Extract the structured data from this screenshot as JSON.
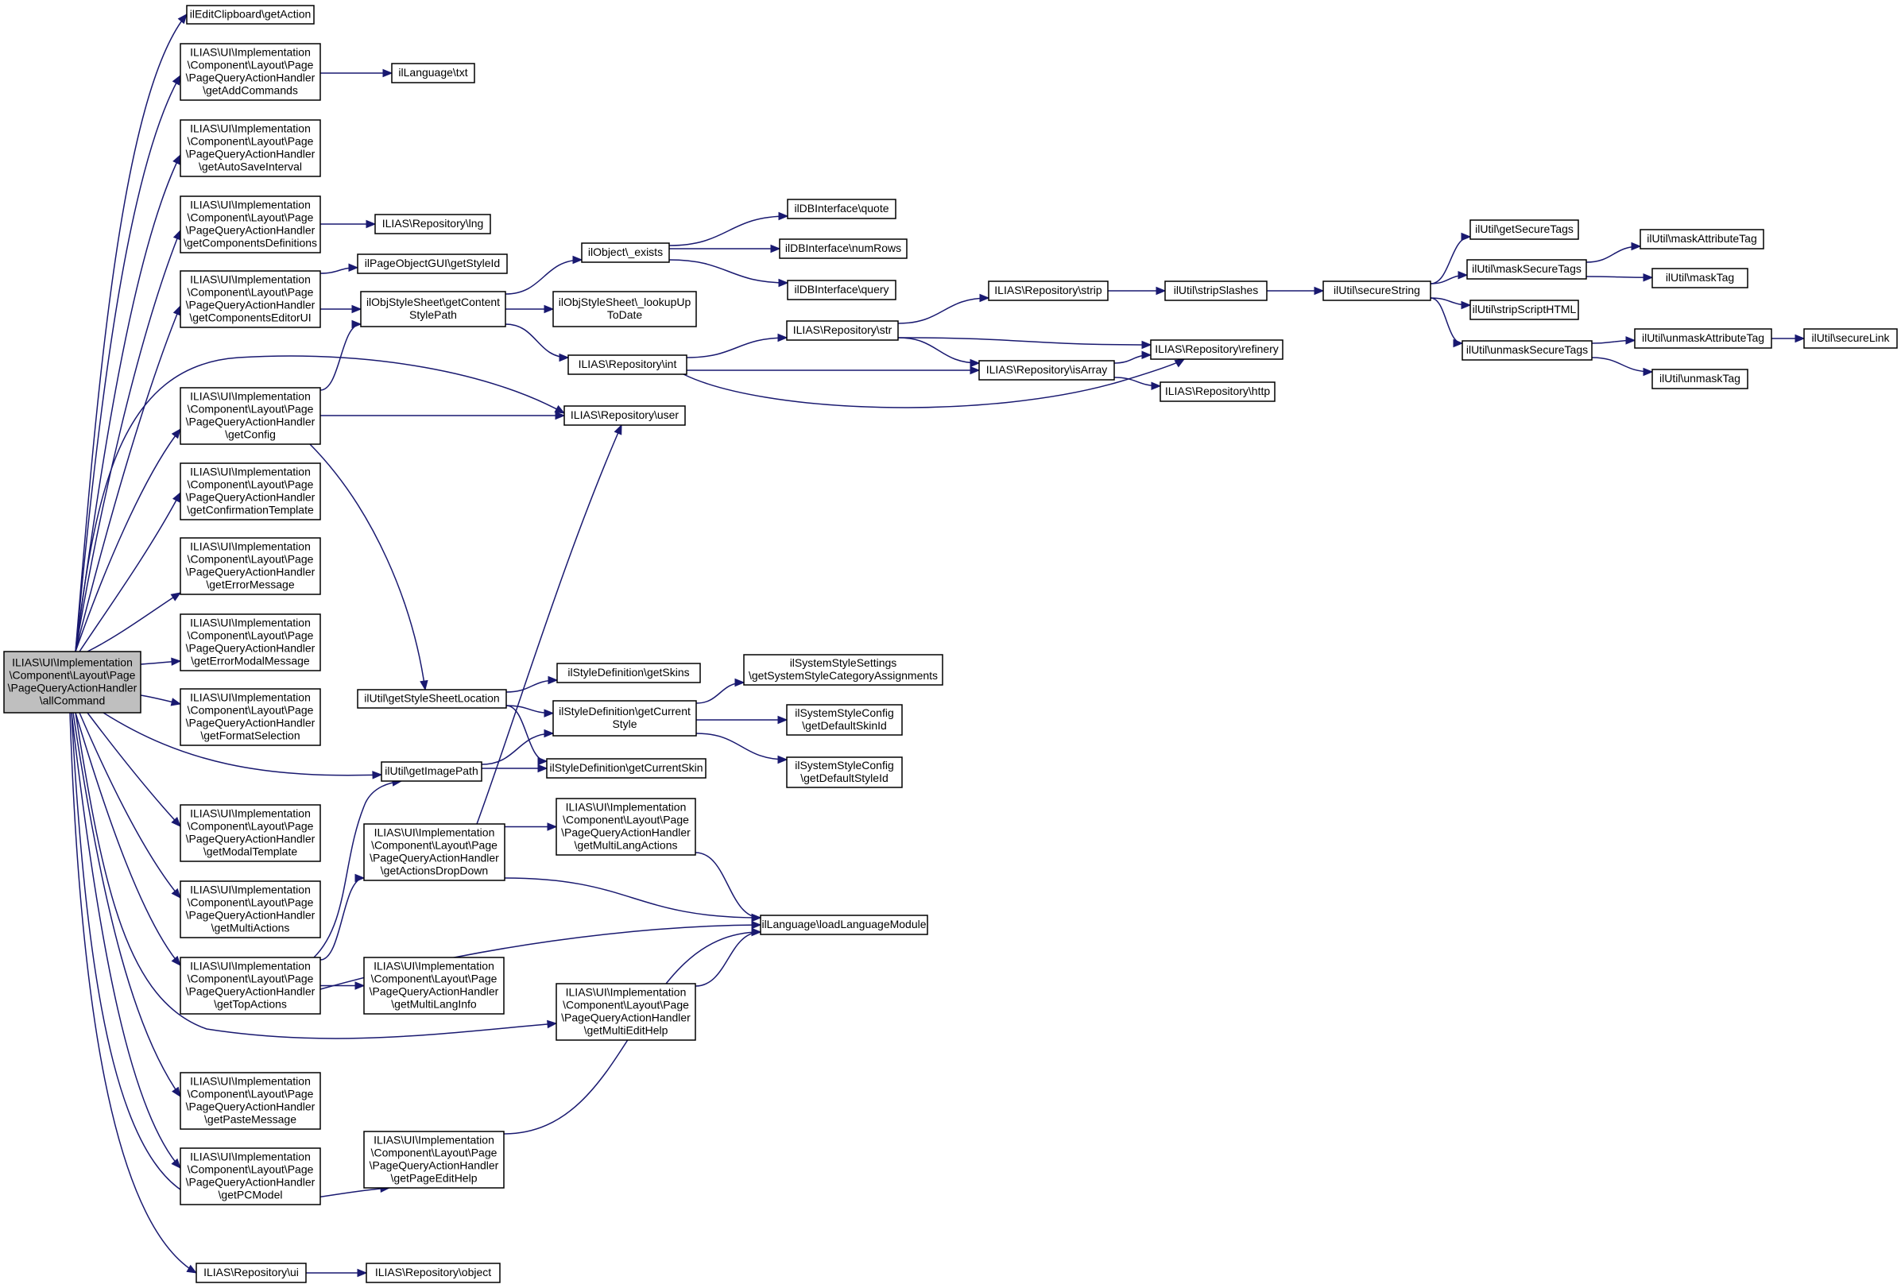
{
  "diagram": {
    "type": "call-graph",
    "nodes": [
      {
        "id": "root",
        "lines": [
          "ILIAS\\UI\\Implementation",
          "\\Component\\Layout\\Page",
          "\\PageQueryActionHandler",
          "\\allCommand"
        ],
        "root": true
      },
      {
        "id": "n1",
        "lines": [
          "ilEditClipboard\\getAction"
        ]
      },
      {
        "id": "n2",
        "lines": [
          "ILIAS\\UI\\Implementation",
          "\\Component\\Layout\\Page",
          "\\PageQueryActionHandler",
          "\\getAddCommands"
        ]
      },
      {
        "id": "n3",
        "lines": [
          "ILIAS\\UI\\Implementation",
          "\\Component\\Layout\\Page",
          "\\PageQueryActionHandler",
          "\\getAutoSaveInterval"
        ]
      },
      {
        "id": "n4",
        "lines": [
          "ILIAS\\UI\\Implementation",
          "\\Component\\Layout\\Page",
          "\\PageQueryActionHandler",
          "\\getComponentsDefinitions"
        ]
      },
      {
        "id": "n5",
        "lines": [
          "ILIAS\\UI\\Implementation",
          "\\Component\\Layout\\Page",
          "\\PageQueryActionHandler",
          "\\getComponentsEditorUI"
        ]
      },
      {
        "id": "n6",
        "lines": [
          "ILIAS\\UI\\Implementation",
          "\\Component\\Layout\\Page",
          "\\PageQueryActionHandler",
          "\\getConfig"
        ]
      },
      {
        "id": "n7",
        "lines": [
          "ILIAS\\UI\\Implementation",
          "\\Component\\Layout\\Page",
          "\\PageQueryActionHandler",
          "\\getConfirmationTemplate"
        ]
      },
      {
        "id": "n8",
        "lines": [
          "ILIAS\\UI\\Implementation",
          "\\Component\\Layout\\Page",
          "\\PageQueryActionHandler",
          "\\getErrorMessage"
        ]
      },
      {
        "id": "n9",
        "lines": [
          "ILIAS\\UI\\Implementation",
          "\\Component\\Layout\\Page",
          "\\PageQueryActionHandler",
          "\\getErrorModalMessage"
        ]
      },
      {
        "id": "n10",
        "lines": [
          "ILIAS\\UI\\Implementation",
          "\\Component\\Layout\\Page",
          "\\PageQueryActionHandler",
          "\\getFormatSelection"
        ]
      },
      {
        "id": "n11",
        "lines": [
          "ILIAS\\UI\\Implementation",
          "\\Component\\Layout\\Page",
          "\\PageQueryActionHandler",
          "\\getModalTemplate"
        ]
      },
      {
        "id": "n12",
        "lines": [
          "ILIAS\\UI\\Implementation",
          "\\Component\\Layout\\Page",
          "\\PageQueryActionHandler",
          "\\getMultiActions"
        ]
      },
      {
        "id": "n13",
        "lines": [
          "ILIAS\\UI\\Implementation",
          "\\Component\\Layout\\Page",
          "\\PageQueryActionHandler",
          "\\getTopActions"
        ]
      },
      {
        "id": "n14",
        "lines": [
          "ILIAS\\UI\\Implementation",
          "\\Component\\Layout\\Page",
          "\\PageQueryActionHandler",
          "\\getPasteMessage"
        ]
      },
      {
        "id": "n15",
        "lines": [
          "ILIAS\\UI\\Implementation",
          "\\Component\\Layout\\Page",
          "\\PageQueryActionHandler",
          "\\getPCModel"
        ]
      },
      {
        "id": "n16",
        "lines": [
          "ILIAS\\Repository\\ui"
        ]
      },
      {
        "id": "n17",
        "lines": [
          "ilLanguage\\txt"
        ]
      },
      {
        "id": "n18",
        "lines": [
          "ILIAS\\Repository\\lng"
        ]
      },
      {
        "id": "n19",
        "lines": [
          "ilPageObjectGUI\\getStyleId"
        ]
      },
      {
        "id": "n20",
        "lines": [
          "ilObjStyleSheet\\getContent",
          "StylePath"
        ]
      },
      {
        "id": "n21",
        "lines": [
          "ILIAS\\Repository\\user"
        ]
      },
      {
        "id": "n22",
        "lines": [
          "ilUtil\\getStyleSheetLocation"
        ]
      },
      {
        "id": "n23",
        "lines": [
          "ilUtil\\getImagePath"
        ]
      },
      {
        "id": "n24",
        "lines": [
          "ILIAS\\UI\\Implementation",
          "\\Component\\Layout\\Page",
          "\\PageQueryActionHandler",
          "\\getActionsDropDown"
        ]
      },
      {
        "id": "n25",
        "lines": [
          "ILIAS\\UI\\Implementation",
          "\\Component\\Layout\\Page",
          "\\PageQueryActionHandler",
          "\\getMultiLangInfo"
        ]
      },
      {
        "id": "n26",
        "lines": [
          "ILIAS\\UI\\Implementation",
          "\\Component\\Layout\\Page",
          "\\PageQueryActionHandler",
          "\\getPageEditHelp"
        ]
      },
      {
        "id": "n27",
        "lines": [
          "ILIAS\\Repository\\object"
        ]
      },
      {
        "id": "n28",
        "lines": [
          "ilObject\\_exists"
        ]
      },
      {
        "id": "n29",
        "lines": [
          "ilObjStyleSheet\\_lookupUp",
          "ToDate"
        ]
      },
      {
        "id": "n30",
        "lines": [
          "ILIAS\\Repository\\int"
        ]
      },
      {
        "id": "n31",
        "lines": [
          "ilStyleDefinition\\getSkins"
        ]
      },
      {
        "id": "n32",
        "lines": [
          "ilStyleDefinition\\getCurrent",
          "Style"
        ]
      },
      {
        "id": "n33",
        "lines": [
          "ilStyleDefinition\\getCurrentSkin"
        ]
      },
      {
        "id": "n34",
        "lines": [
          "ILIAS\\UI\\Implementation",
          "\\Component\\Layout\\Page",
          "\\PageQueryActionHandler",
          "\\getMultiLangActions"
        ]
      },
      {
        "id": "n35",
        "lines": [
          "ILIAS\\UI\\Implementation",
          "\\Component\\Layout\\Page",
          "\\PageQueryActionHandler",
          "\\getMultiEditHelp"
        ]
      },
      {
        "id": "n36",
        "lines": [
          "ilLanguage\\loadLanguageModule"
        ]
      },
      {
        "id": "n37",
        "lines": [
          "ilDBInterface\\quote"
        ]
      },
      {
        "id": "n38",
        "lines": [
          "ilDBInterface\\numRows"
        ]
      },
      {
        "id": "n39",
        "lines": [
          "ilDBInterface\\query"
        ]
      },
      {
        "id": "n40",
        "lines": [
          "ILIAS\\Repository\\str"
        ]
      },
      {
        "id": "n41",
        "lines": [
          "ILIAS\\Repository\\isArray"
        ]
      },
      {
        "id": "n42",
        "lines": [
          "ilSystemStyleSettings",
          "\\getSystemStyleCategoryAssignments"
        ]
      },
      {
        "id": "n43",
        "lines": [
          "ilSystemStyleConfig",
          "\\getDefaultSkinId"
        ]
      },
      {
        "id": "n44",
        "lines": [
          "ilSystemStyleConfig",
          "\\getDefaultStyleId"
        ]
      },
      {
        "id": "n45",
        "lines": [
          "ILIAS\\Repository\\strip"
        ]
      },
      {
        "id": "n46",
        "lines": [
          "ILIAS\\Repository\\refinery"
        ]
      },
      {
        "id": "n47",
        "lines": [
          "ILIAS\\Repository\\http"
        ]
      },
      {
        "id": "n48",
        "lines": [
          "ilUtil\\stripSlashes"
        ]
      },
      {
        "id": "n49",
        "lines": [
          "ilUtil\\secureString"
        ]
      },
      {
        "id": "n50",
        "lines": [
          "ilUtil\\getSecureTags"
        ]
      },
      {
        "id": "n51",
        "lines": [
          "ilUtil\\maskSecureTags"
        ]
      },
      {
        "id": "n52",
        "lines": [
          "ilUtil\\stripScriptHTML"
        ]
      },
      {
        "id": "n53",
        "lines": [
          "ilUtil\\unmaskSecureTags"
        ]
      },
      {
        "id": "n54",
        "lines": [
          "ilUtil\\maskAttributeTag"
        ]
      },
      {
        "id": "n55",
        "lines": [
          "ilUtil\\maskTag"
        ]
      },
      {
        "id": "n56",
        "lines": [
          "ilUtil\\unmaskAttributeTag"
        ]
      },
      {
        "id": "n57",
        "lines": [
          "ilUtil\\unmaskTag"
        ]
      },
      {
        "id": "n58",
        "lines": [
          "ilUtil\\secureLink"
        ]
      }
    ],
    "edges": [
      [
        "root",
        "n1"
      ],
      [
        "root",
        "n2"
      ],
      [
        "root",
        "n3"
      ],
      [
        "root",
        "n4"
      ],
      [
        "root",
        "n5"
      ],
      [
        "root",
        "n6"
      ],
      [
        "root",
        "n7"
      ],
      [
        "root",
        "n8"
      ],
      [
        "root",
        "n9"
      ],
      [
        "root",
        "n10"
      ],
      [
        "root",
        "n11"
      ],
      [
        "root",
        "n12"
      ],
      [
        "root",
        "n13"
      ],
      [
        "root",
        "n14"
      ],
      [
        "root",
        "n15"
      ],
      [
        "root",
        "n16"
      ],
      [
        "root",
        "n21"
      ],
      [
        "root",
        "n23"
      ],
      [
        "root",
        "n35"
      ],
      [
        "root",
        "n26"
      ],
      [
        "n2",
        "n17"
      ],
      [
        "n4",
        "n18"
      ],
      [
        "n5",
        "n19"
      ],
      [
        "n5",
        "n20"
      ],
      [
        "n6",
        "n20"
      ],
      [
        "n6",
        "n21"
      ],
      [
        "n6",
        "n22"
      ],
      [
        "n13",
        "n23"
      ],
      [
        "n13",
        "n24"
      ],
      [
        "n13",
        "n25"
      ],
      [
        "n13",
        "n36"
      ],
      [
        "n16",
        "n27"
      ],
      [
        "n20",
        "n28"
      ],
      [
        "n20",
        "n29"
      ],
      [
        "n20",
        "n30"
      ],
      [
        "n28",
        "n37"
      ],
      [
        "n28",
        "n38"
      ],
      [
        "n28",
        "n39"
      ],
      [
        "n30",
        "n40"
      ],
      [
        "n30",
        "n41"
      ],
      [
        "n30",
        "n46"
      ],
      [
        "n40",
        "n45"
      ],
      [
        "n40",
        "n46"
      ],
      [
        "n40",
        "n41"
      ],
      [
        "n41",
        "n46"
      ],
      [
        "n41",
        "n47"
      ],
      [
        "n45",
        "n48"
      ],
      [
        "n48",
        "n49"
      ],
      [
        "n49",
        "n50"
      ],
      [
        "n49",
        "n51"
      ],
      [
        "n49",
        "n52"
      ],
      [
        "n49",
        "n53"
      ],
      [
        "n51",
        "n54"
      ],
      [
        "n51",
        "n55"
      ],
      [
        "n53",
        "n56"
      ],
      [
        "n53",
        "n57"
      ],
      [
        "n56",
        "n58"
      ],
      [
        "n22",
        "n31"
      ],
      [
        "n22",
        "n32"
      ],
      [
        "n22",
        "n33"
      ],
      [
        "n23",
        "n32"
      ],
      [
        "n23",
        "n33"
      ],
      [
        "n32",
        "n42"
      ],
      [
        "n32",
        "n43"
      ],
      [
        "n32",
        "n44"
      ],
      [
        "n24",
        "n21"
      ],
      [
        "n24",
        "n34"
      ],
      [
        "n24",
        "n36"
      ],
      [
        "n34",
        "n36"
      ],
      [
        "n35",
        "n36"
      ],
      [
        "n26",
        "n36"
      ]
    ]
  }
}
